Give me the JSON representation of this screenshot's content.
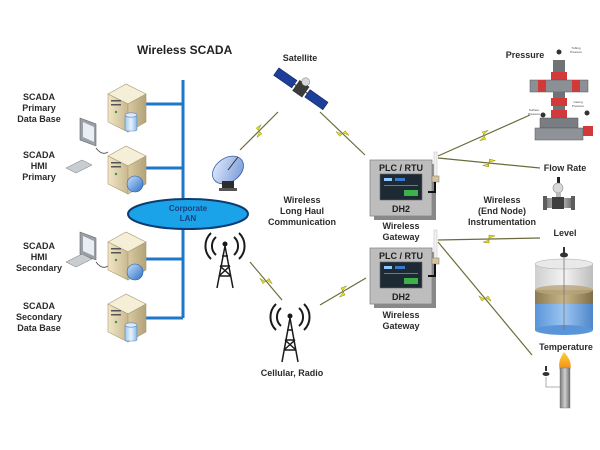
{
  "title": "Wireless SCADA",
  "servers": [
    {
      "label": "SCADA\nPrimary\nData Base",
      "type": "database-server"
    },
    {
      "label": "SCADA\nHMI\nPrimary",
      "type": "hmi-workstation"
    },
    {
      "label": "SCADA\nHMI\nSecondary",
      "type": "hmi-workstation"
    },
    {
      "label": "SCADA\nSecondary\nData Base",
      "type": "database-server"
    }
  ],
  "lan": {
    "label": "Corporate\nLAN",
    "color": "#1aa3e8"
  },
  "satellite": {
    "label": "Satellite"
  },
  "long_haul": {
    "label": "Wireless\nLong Haul\nCommunication"
  },
  "cellular": {
    "label": "Cellular, Radio"
  },
  "gateways": [
    {
      "header": "PLC / RTU",
      "model": "DH2",
      "caption": "Wireless\nGateway"
    },
    {
      "header": "PLC / RTU",
      "model": "DH2",
      "caption": "Wireless\nGateway"
    }
  ],
  "end_node": {
    "label": "Wireless\n(End Node)\nInstrumentation"
  },
  "instruments": [
    {
      "label": "Pressure",
      "sublabels": [
        "Tubing\nPressure",
        "Surface\nPressure",
        "Casing\nPressure"
      ]
    },
    {
      "label": "Flow Rate"
    },
    {
      "label": "Level"
    },
    {
      "label": "Temperature"
    }
  ],
  "colors": {
    "link_line": "#1f77c9",
    "lightning": "#e3e01c",
    "gateway_box": "#b9b9b9",
    "lan_fill": "#1aa3e8"
  }
}
